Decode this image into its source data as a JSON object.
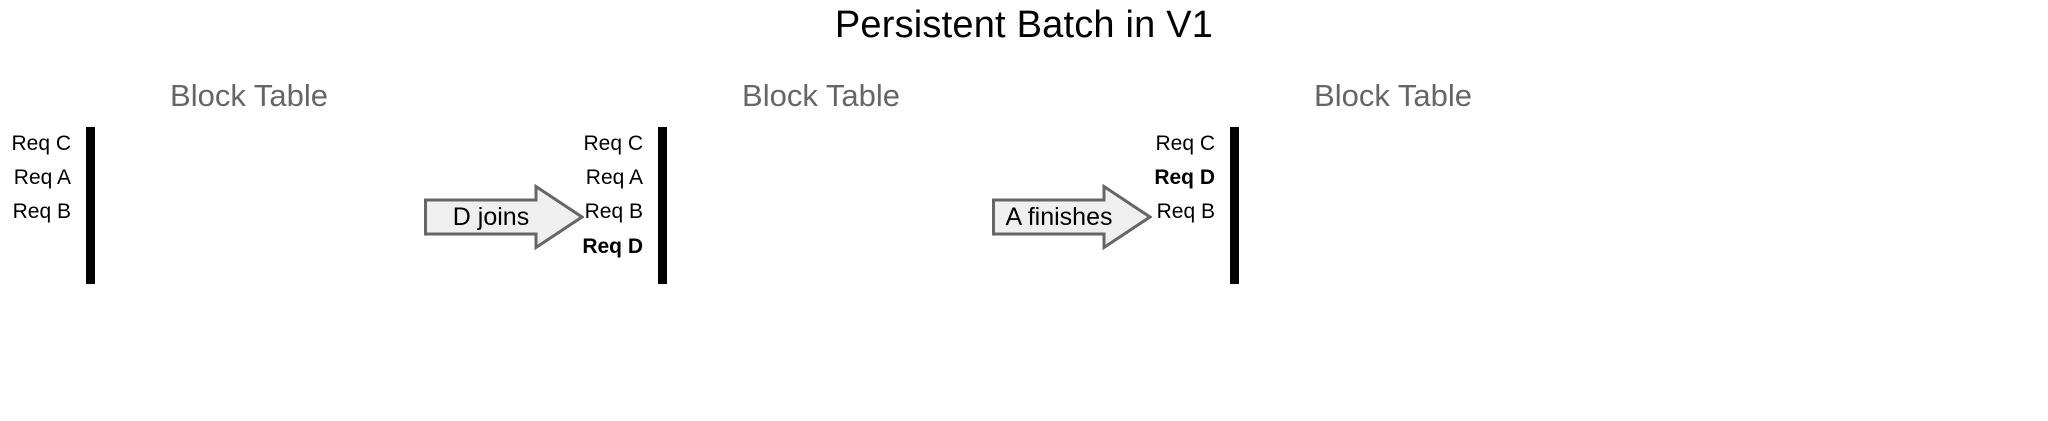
{
  "title": "Persistent Batch in V1",
  "colors": {
    "green": "#d9ead3",
    "red": "#f4cccc",
    "yellow": "#fdeece",
    "blue": "#cfe0f3",
    "empty": "#ffffff",
    "border": "#000000",
    "title_text": "#000000",
    "block_title_text": "#666666",
    "arrow_fill": "#efefef",
    "arrow_stroke": "#666666"
  },
  "grid": {
    "columns": 4,
    "rows": 5
  },
  "stages": [
    {
      "id": "stage-1",
      "block_title": "Block Table",
      "rows": [
        {
          "label": "Req C",
          "color": "#d9ead3",
          "bold": false,
          "filled": true
        },
        {
          "label": "Req A",
          "color": "#f4cccc",
          "bold": false,
          "filled": true
        },
        {
          "label": "Req B",
          "color": "#fdeece",
          "bold": false,
          "filled": true
        },
        {
          "label": "",
          "color": "#ffffff",
          "bold": false,
          "filled": false
        },
        {
          "label": "",
          "color": "#ffffff",
          "bold": false,
          "filled": false
        }
      ]
    },
    {
      "id": "stage-2",
      "block_title": "Block Table",
      "rows": [
        {
          "label": "Req C",
          "color": "#d9ead3",
          "bold": false,
          "filled": true
        },
        {
          "label": "Req A",
          "color": "#f4cccc",
          "bold": false,
          "filled": true
        },
        {
          "label": "Req B",
          "color": "#fdeece",
          "bold": false,
          "filled": true
        },
        {
          "label": "Req D",
          "color": "#cfe0f3",
          "bold": true,
          "filled": true
        },
        {
          "label": "",
          "color": "#ffffff",
          "bold": false,
          "filled": false
        }
      ]
    },
    {
      "id": "stage-3",
      "block_title": "Block Table",
      "rows": [
        {
          "label": "Req C",
          "color": "#d9ead3",
          "bold": false,
          "filled": true
        },
        {
          "label": "Req D",
          "color": "#cfe0f3",
          "bold": true,
          "filled": true
        },
        {
          "label": "Req B",
          "color": "#fdeece",
          "bold": false,
          "filled": true
        },
        {
          "label": "",
          "color": "#ffffff",
          "bold": false,
          "filled": false
        },
        {
          "label": "",
          "color": "#ffffff",
          "bold": false,
          "filled": false
        }
      ]
    }
  ],
  "arrows": [
    {
      "id": "arrow-d-joins",
      "label": "D joins"
    },
    {
      "id": "arrow-a-finishes",
      "label": "A finishes"
    }
  ]
}
